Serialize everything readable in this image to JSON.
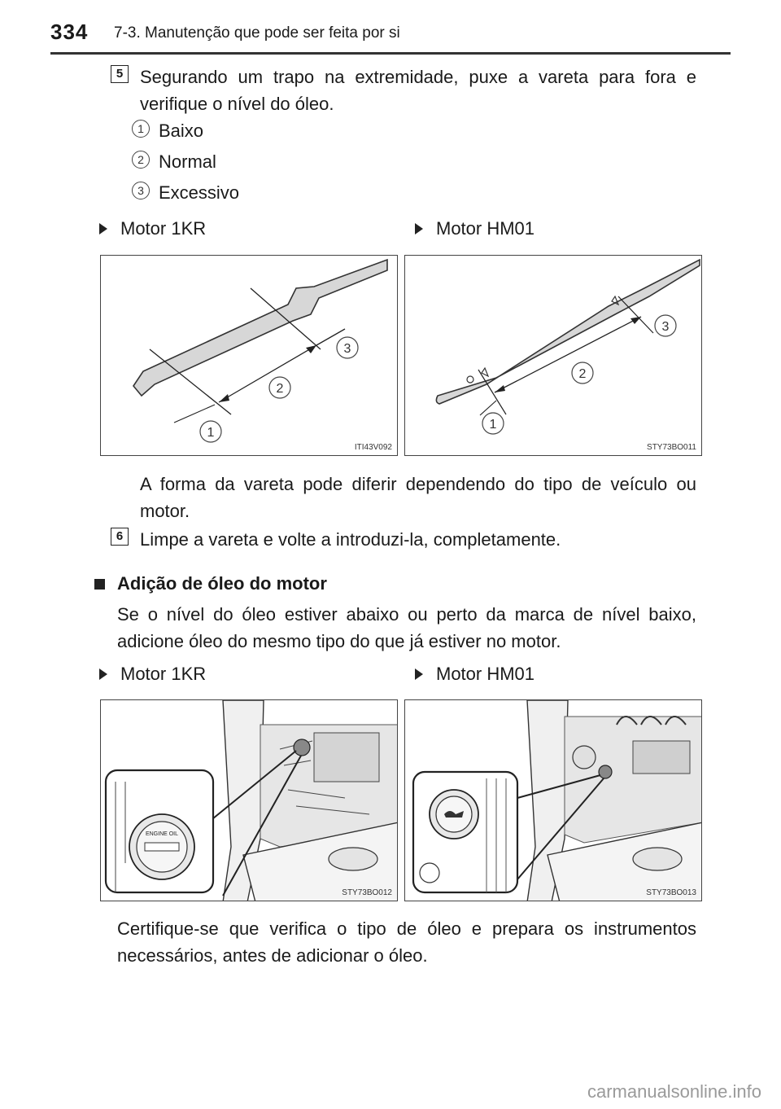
{
  "header": {
    "page_number": "334",
    "chapter_title": "7-3. Manutenção que pode ser feita por si"
  },
  "step5": {
    "number": "5",
    "text": "Segurando um trapo na extremidade, puxe a vareta para fora e verifique o nível do óleo.",
    "levels": [
      {
        "num": "1",
        "label": "Baixo"
      },
      {
        "num": "2",
        "label": "Normal"
      },
      {
        "num": "3",
        "label": "Excessivo"
      }
    ]
  },
  "dipstick_figures": {
    "left_label": "Motor 1KR",
    "right_label": "Motor HM01",
    "left_code": "ITI43V092",
    "right_code": "STY73BO011",
    "callouts": [
      "1",
      "2",
      "3"
    ]
  },
  "note_text": "A forma da vareta pode diferir dependendo do tipo de veículo ou motor.",
  "step6": {
    "number": "6",
    "text": "Limpe a vareta e volte a introduzi-la, completamente."
  },
  "section": {
    "heading": "Adição de óleo do motor",
    "text": "Se o nível do óleo estiver abaixo ou perto da marca de nível baixo, adicione óleo do mesmo tipo do que já estiver no motor."
  },
  "engine_figures": {
    "left_label": "Motor 1KR",
    "right_label": "Motor HM01",
    "left_code": "STY73BO012",
    "right_code": "STY73BO013",
    "cap_text": "ENGINE OIL"
  },
  "final_text": "Certifique-se que verifica o tipo de óleo e prepara os instrumentos necessários, antes de adicionar o óleo.",
  "watermark": "carmanualsonline.info"
}
